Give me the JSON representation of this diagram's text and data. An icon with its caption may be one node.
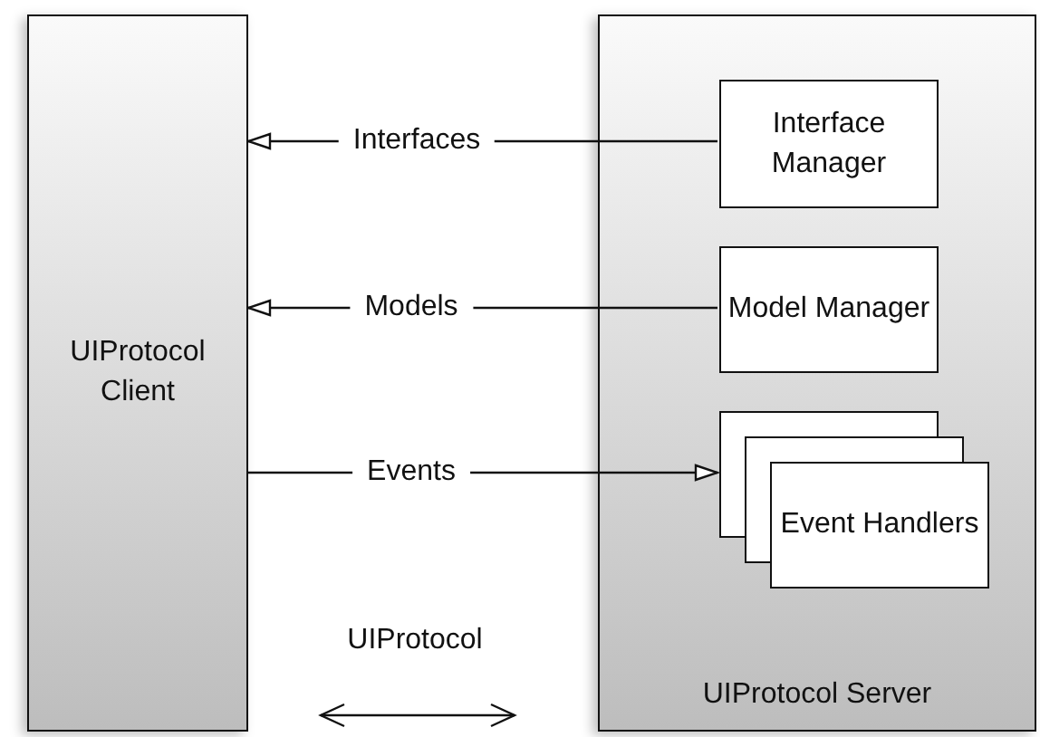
{
  "diagram": {
    "nodes": [
      {
        "text": [
          "UIProtocol Client"
        ]
      },
      {
        "text": [
          "UIProtocol Server"
        ]
      },
      {
        "text": [
          "Interface Manager"
        ],
        "in": 1
      },
      {
        "text": [
          "Model Manager"
        ],
        "in": 1
      },
      {
        "text": [
          "Event Handlers"
        ],
        "in": 1
      }
    ],
    "edges": [
      {
        "from": 2,
        "to": 0,
        "arrow": "to",
        "label": "Interfaces"
      },
      {
        "from": 3,
        "to": 0,
        "arrow": "to",
        "label": "Models"
      },
      {
        "from": 0,
        "to": 4,
        "arrow": "to",
        "label": "Events"
      }
    ],
    "labels": [
      "UIProtocol"
    ]
  }
}
